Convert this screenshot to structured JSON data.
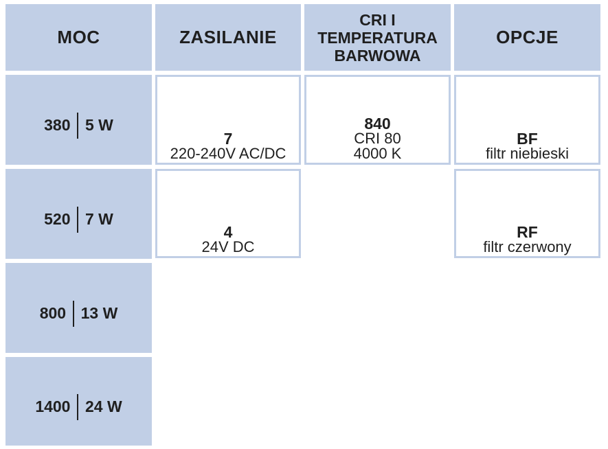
{
  "headers": {
    "moc": "MOC",
    "zasilanie": "ZASILANIE",
    "cri_line1": "CRI I",
    "cri_line2": "TEMPERATURA",
    "cri_line3": "BARWOWA",
    "opcje": "OPCJE"
  },
  "moc_rows": [
    {
      "lm": "380",
      "w": "5 W"
    },
    {
      "lm": "520",
      "w": "7 W"
    },
    {
      "lm": "800",
      "w": "13 W"
    },
    {
      "lm": "1400",
      "w": "24 W"
    }
  ],
  "zasilanie": [
    {
      "code": "7",
      "desc": "220-240V AC/DC"
    },
    {
      "code": "4",
      "desc": "24V DC"
    }
  ],
  "cri": {
    "code": "840",
    "line1": "CRI 80",
    "line2": "4000 K"
  },
  "opcje": [
    {
      "code": "BF",
      "desc": "filtr niebieski"
    },
    {
      "code": "RF",
      "desc": "filtr czerwony"
    }
  ]
}
